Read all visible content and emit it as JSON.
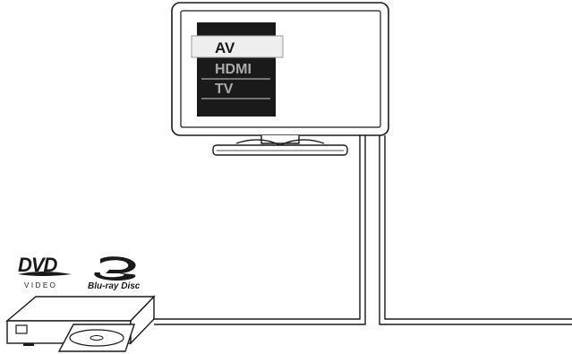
{
  "tv_menu": {
    "items": [
      {
        "label": "AV",
        "selected": true
      },
      {
        "label": "HDMI",
        "selected": false
      },
      {
        "label": "TV",
        "selected": false
      }
    ]
  },
  "logos": {
    "dvd_mark": "DVD",
    "dvd_sub": "VIDEO",
    "bluray_text": "Blu-ray Disc"
  },
  "colors": {
    "line": "#1a1a1a",
    "screen_bg": "#1a1a1a",
    "selected_item_bg": "#eeeeee",
    "selected_item_text": "#1a1a1a",
    "unselected_item_text": "#aaaaaa"
  }
}
